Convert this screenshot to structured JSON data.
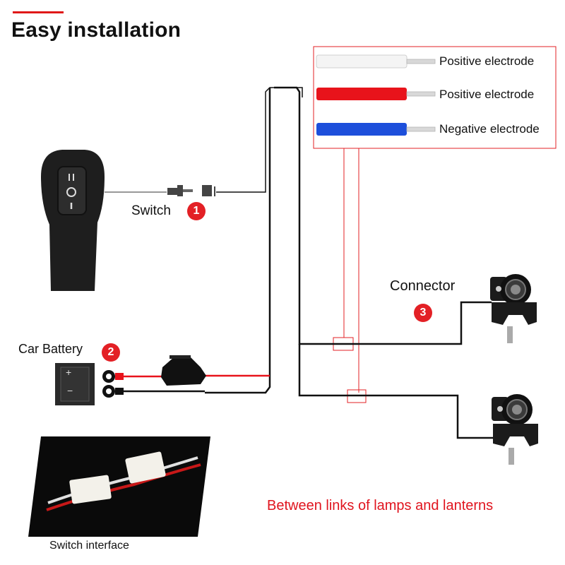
{
  "title": "Easy installation",
  "legend": {
    "items": [
      {
        "label": "Positive electrode",
        "color": "#f2f2f2"
      },
      {
        "label": "Positive electrode",
        "color": "#e8131b"
      },
      {
        "label": "Negative electrode",
        "color": "#1d4fdb"
      }
    ]
  },
  "labels": {
    "switch": "Switch",
    "car_battery": "Car Battery",
    "connector": "Connector",
    "between_links": "Between links of lamps and lanterns",
    "switch_interface": "Switch interface"
  },
  "badges": {
    "one": "1",
    "two": "2",
    "three": "3"
  },
  "battery_terminals": {
    "positive": "+",
    "negative": "−"
  },
  "colors": {
    "accent": "#e32025",
    "wire": "#111111",
    "legend_border": "#e32025"
  },
  "icons": [
    "rocker-switch-icon",
    "plug-connector-icon",
    "battery-icon",
    "fuse-holder-icon",
    "fog-lamp-icon",
    "harness-photo"
  ]
}
